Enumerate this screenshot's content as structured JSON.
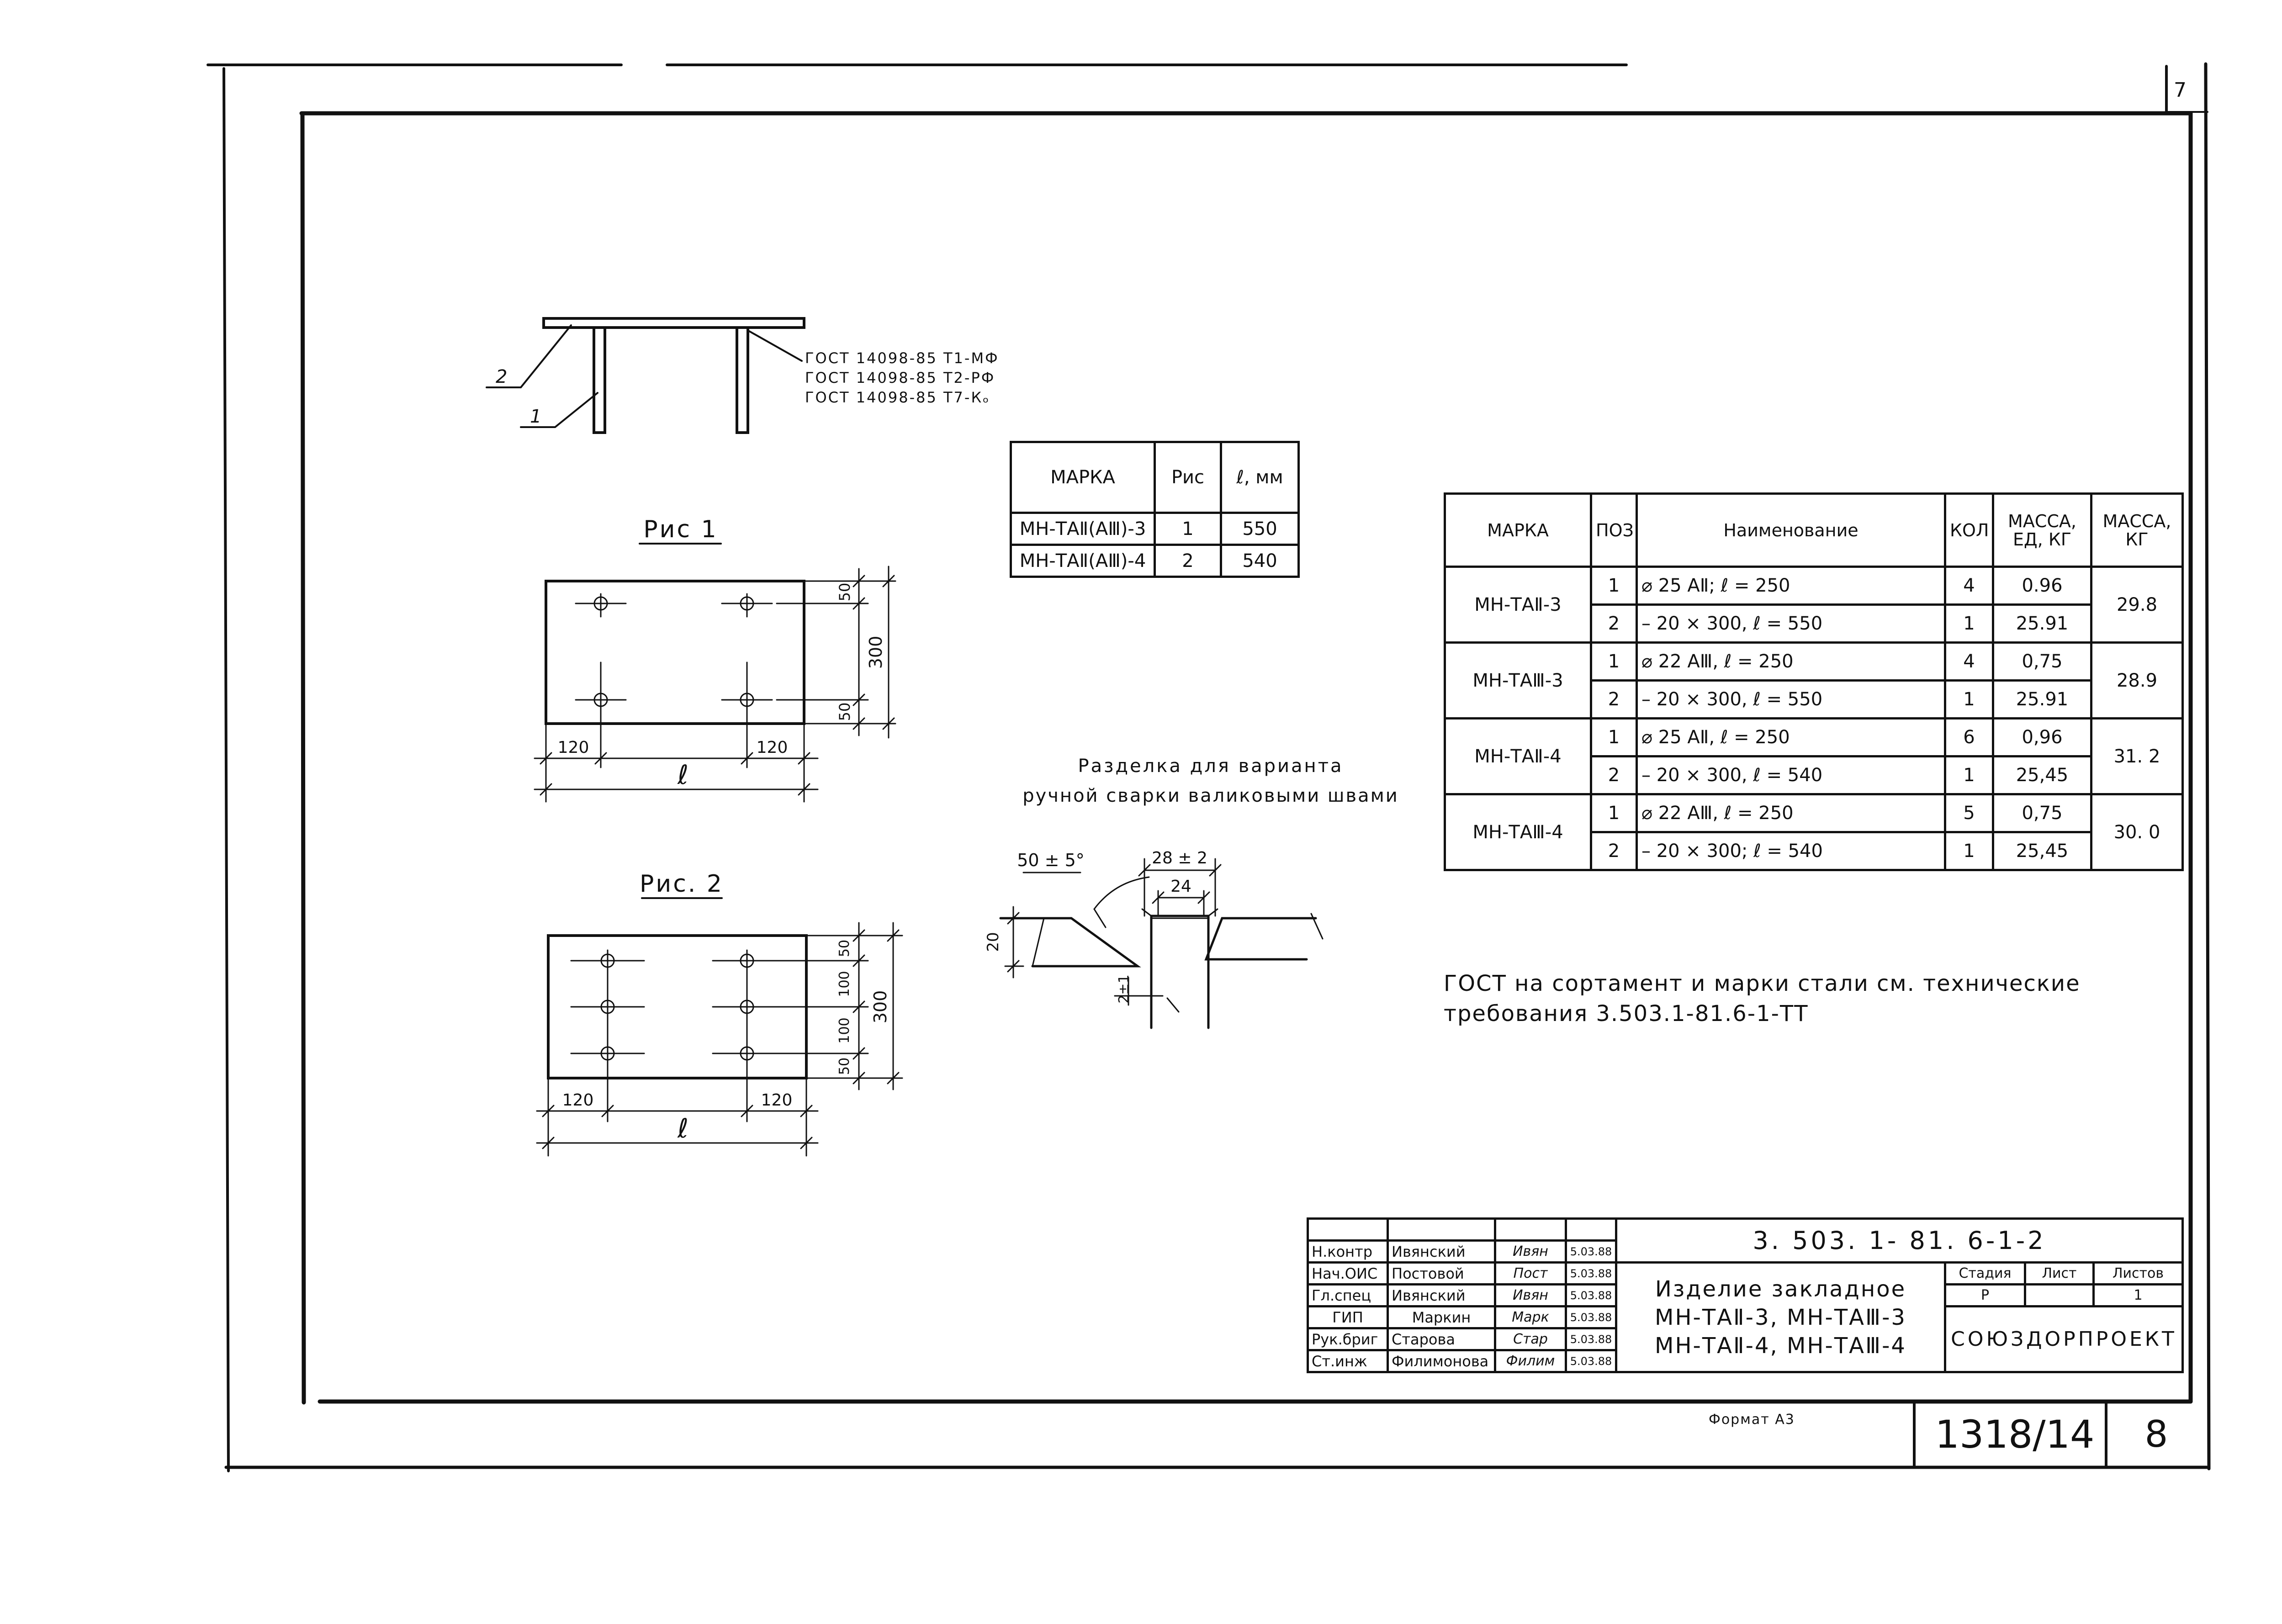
{
  "page_number_top": "7",
  "gost_notes": [
    "ГОСТ 14098-85 Т1-МФ",
    "ГОСТ 14098-85 Т2-РФ",
    "ГОСТ 14098-85 Т7-Кₒ"
  ],
  "side_view_positions": [
    "2",
    "1"
  ],
  "fig1": {
    "title": "Рис 1",
    "dims": {
      "top": "50",
      "bottom": "50",
      "height": "300",
      "left": "120",
      "right": "120",
      "length": "ℓ"
    }
  },
  "fig2": {
    "title": "Рис. 2",
    "dims": {
      "d1": "50",
      "d2": "100",
      "d3": "100",
      "d4": "50",
      "height": "300",
      "left": "120",
      "right": "120",
      "length": "ℓ"
    }
  },
  "marks_table": {
    "headers": [
      "МАРКА",
      "Рис",
      "ℓ, мм"
    ],
    "rows": [
      [
        "МН-ТАⅡ(АⅢ)-3",
        "1",
        "550"
      ],
      [
        "МН-ТАⅡ(АⅢ)-4",
        "2",
        "540"
      ]
    ]
  },
  "weld_detail": {
    "title_line1": "Разделка для варианта",
    "title_line2": "ручной сварки валиковыми швами",
    "angle": "50 ± 5°",
    "width_outer": "28 ± 2",
    "width_inner": "24",
    "thickness": "20",
    "gap": "2±1"
  },
  "spec_table": {
    "headers": [
      "МАРКА",
      "ПОЗ",
      "Наименование",
      "КОЛ",
      "МАССА, ЕД, КГ",
      "МАССА, КГ"
    ],
    "groups": [
      {
        "mark": "МН-ТАⅡ-3",
        "total": "29.8",
        "rows": [
          {
            "pos": "1",
            "name": "⌀ 25 АⅡ;  ℓ = 250",
            "qty": "4",
            "unit": "0.96"
          },
          {
            "pos": "2",
            "name": "– 20 × 300,  ℓ = 550",
            "qty": "1",
            "unit": "25.91"
          }
        ]
      },
      {
        "mark": "МН-ТАⅢ-3",
        "total": "28.9",
        "rows": [
          {
            "pos": "1",
            "name": "⌀ 22 АⅢ,  ℓ = 250",
            "qty": "4",
            "unit": "0,75"
          },
          {
            "pos": "2",
            "name": "– 20 × 300,  ℓ = 550",
            "qty": "1",
            "unit": "25.91"
          }
        ]
      },
      {
        "mark": "МН-ТАⅡ-4",
        "total": "31. 2",
        "rows": [
          {
            "pos": "1",
            "name": "⌀ 25 АⅡ,  ℓ = 250",
            "qty": "6",
            "unit": "0,96"
          },
          {
            "pos": "2",
            "name": "– 20 × 300,  ℓ = 540",
            "qty": "1",
            "unit": "25,45"
          }
        ]
      },
      {
        "mark": "МН-ТАⅢ-4",
        "total": "30. 0",
        "rows": [
          {
            "pos": "1",
            "name": "⌀ 22 АⅢ,  ℓ = 250",
            "qty": "5",
            "unit": "0,75"
          },
          {
            "pos": "2",
            "name": "– 20 × 300;  ℓ = 540",
            "qty": "1",
            "unit": "25,45"
          }
        ]
      }
    ]
  },
  "note_line1": "ГОСТ на сортамент и марки стали  см. технические",
  "note_line2": "требования  3.503.1-81.6-1-ТТ",
  "stamp": {
    "doc_code": "3. 503. 1- 81. 6-1-2",
    "title_lines": [
      "Изделие закладное",
      "МН-ТАⅡ-3,  МН-ТАⅢ-3",
      "МН-ТАⅡ-4,  МН-ТАⅢ-4"
    ],
    "stage_label": "Стадия",
    "sheet_label": "Лист",
    "sheets_label": "Листов",
    "stage_value": "Р",
    "sheet_value": "",
    "sheets_value": "1",
    "organization": "СОЮЗДОРПРОЕКТ",
    "signers": [
      {
        "role": "Н.контр",
        "name": "Ивянский",
        "sign": "Ивян",
        "date": "5.03.88"
      },
      {
        "role": "Нач.ОИС",
        "name": "Постовой",
        "sign": "Пост",
        "date": "5.03.88"
      },
      {
        "role": "Гл.спец",
        "name": "Ивянский",
        "sign": "Ивян",
        "date": "5.03.88"
      },
      {
        "role": "ГИП",
        "name": "Маркин",
        "sign": "Марк",
        "date": "5.03.88"
      },
      {
        "role": "Рук.бриг",
        "name": "Старова",
        "sign": "Стар",
        "date": "5.03.88"
      },
      {
        "role": "Ст.инж",
        "name": "Филимонова",
        "sign": "Филим",
        "date": "5.03.88"
      }
    ]
  },
  "format_label": "Формат А3",
  "archive_number": "1318/14",
  "archive_page": "8"
}
